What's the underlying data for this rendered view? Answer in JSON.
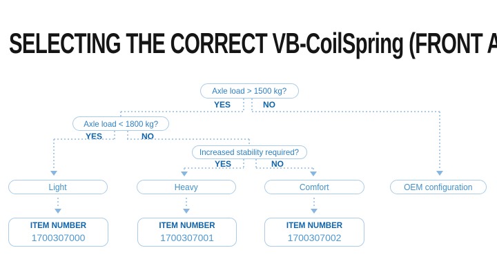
{
  "title": "SELECTING THE CORRECT VB-CoilSpring (FRONT AXLE)",
  "colors": {
    "box_border": "#aacbe9",
    "question_text": "#2e80c3",
    "option_text": "#4190c9",
    "decision_label": "#0e63ab",
    "item_label": "#0e63ab",
    "item_number": "#4f97d0",
    "connector": "#aacbe9",
    "arrow": "#86b6e1",
    "title_text": "#151515"
  },
  "flowchart": {
    "questions": [
      {
        "label": "Axle load > 1500 kg?",
        "yes_label": "YES",
        "no_label": "NO"
      },
      {
        "label": "Axle load < 1800 kg?",
        "yes_label": "YES",
        "no_label": "NO"
      },
      {
        "label": "Increased stability required?",
        "yes_label": "YES",
        "no_label": "NO"
      }
    ],
    "options": [
      {
        "label": "Light"
      },
      {
        "label": "Heavy"
      },
      {
        "label": "Comfort"
      },
      {
        "label": "OEM configuration"
      }
    ],
    "items": [
      {
        "label": "ITEM NUMBER",
        "number": "1700307000"
      },
      {
        "label": "ITEM NUMBER",
        "number": "1700307001"
      },
      {
        "label": "ITEM NUMBER",
        "number": "1700307002"
      }
    ]
  }
}
